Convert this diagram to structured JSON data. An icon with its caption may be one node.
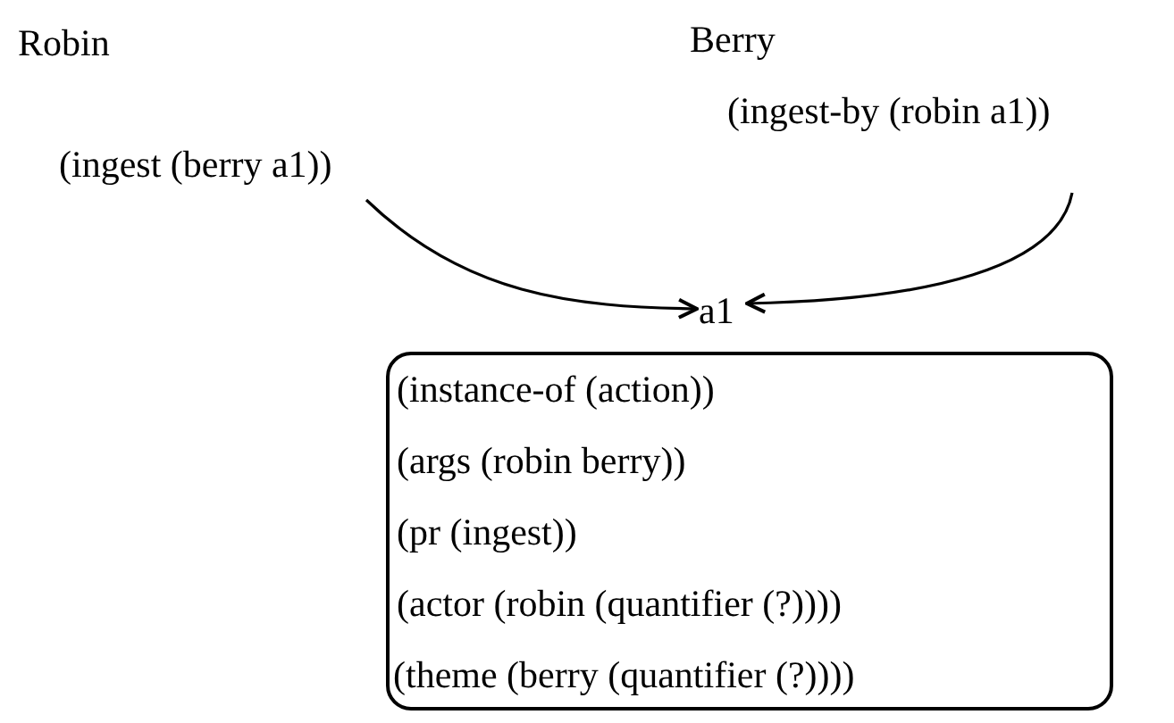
{
  "diagram": {
    "nodes": [
      {
        "text": [
          "Robin",
          "(ingest (berry a1))"
        ]
      },
      {
        "text": [
          "Berry",
          "(ingest-by (robin a1))"
        ]
      },
      {
        "text": [
          "a1"
        ]
      },
      {
        "text": [
          "(instance-of (action))",
          "(args (robin berry))",
          "(pr (ingest))",
          "(actor (robin (quantifier (?))))",
          "(theme (berry (quantifier (?))))"
        ]
      }
    ],
    "edges": [
      {
        "from": 0,
        "to": 2,
        "arrow": "to"
      },
      {
        "from": 1,
        "to": 2,
        "arrow": "to"
      }
    ]
  }
}
